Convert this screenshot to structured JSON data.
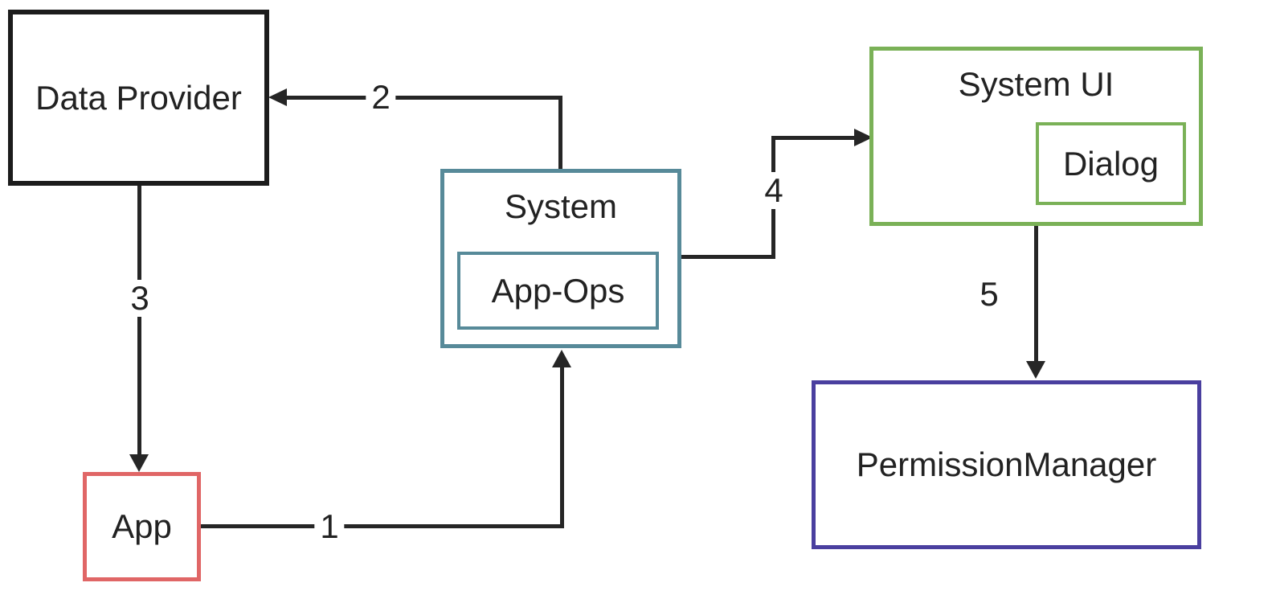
{
  "diagram": {
    "title": "Permission / App-Ops flow diagram",
    "colors": {
      "background": "#ffffff",
      "line": "#262626",
      "text": "#222222",
      "data_provider_border": "#1c1c1c",
      "app_border": "#e06666",
      "system_border": "#578a99",
      "system_ui_border": "#7ab157",
      "permission_manager_border": "#4a3f9f"
    },
    "nodes": [
      {
        "id": "data-provider",
        "label": "Data Provider",
        "border_color": "#1c1c1c"
      },
      {
        "id": "app",
        "label": "App",
        "border_color": "#e06666"
      },
      {
        "id": "system",
        "label": "System",
        "border_color": "#578a99"
      },
      {
        "id": "app-ops",
        "label": "App-Ops",
        "border_color": "#578a99",
        "parent": "system"
      },
      {
        "id": "system-ui",
        "label": "System UI",
        "border_color": "#7ab157"
      },
      {
        "id": "dialog",
        "label": "Dialog",
        "border_color": "#7ab157",
        "parent": "system-ui"
      },
      {
        "id": "permission-manager",
        "label": "PermissionManager",
        "border_color": "#4a3f9f"
      }
    ],
    "edges": [
      {
        "label": "1",
        "from": "app",
        "to": "system"
      },
      {
        "label": "2",
        "from": "system",
        "to": "data-provider"
      },
      {
        "label": "3",
        "from": "data-provider",
        "to": "app"
      },
      {
        "label": "4",
        "from": "system",
        "to": "system-ui"
      },
      {
        "label": "5",
        "from": "system-ui",
        "to": "permission-manager"
      }
    ]
  }
}
